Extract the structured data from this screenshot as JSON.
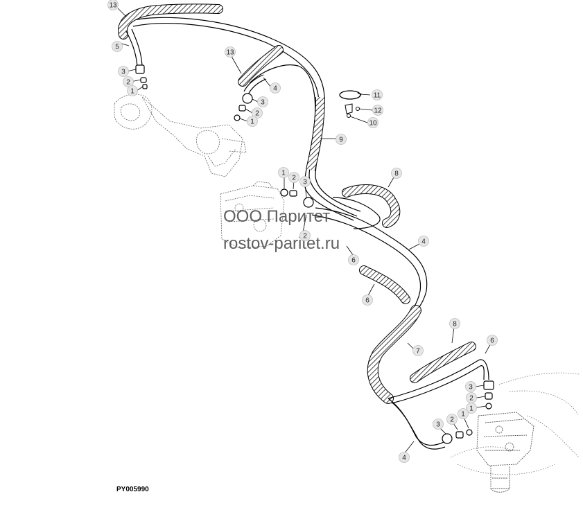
{
  "diagram": {
    "drawing_code": "PY005990",
    "watermark": {
      "line1": "ООО Паритет",
      "line2": "rostov-paritet.ru"
    },
    "callouts": [
      {
        "id": "c1",
        "label": "13"
      },
      {
        "id": "c2",
        "label": "5"
      },
      {
        "id": "c3",
        "label": "3"
      },
      {
        "id": "c4",
        "label": "2"
      },
      {
        "id": "c5",
        "label": "1"
      },
      {
        "id": "c6",
        "label": "13"
      },
      {
        "id": "c7",
        "label": "4"
      },
      {
        "id": "c8",
        "label": "3"
      },
      {
        "id": "c9",
        "label": "2"
      },
      {
        "id": "c10",
        "label": "1"
      },
      {
        "id": "c11",
        "label": "11"
      },
      {
        "id": "c12",
        "label": "12"
      },
      {
        "id": "c13",
        "label": "10"
      },
      {
        "id": "c14",
        "label": "9"
      },
      {
        "id": "c15",
        "label": "1"
      },
      {
        "id": "c16",
        "label": "2"
      },
      {
        "id": "c17",
        "label": "3"
      },
      {
        "id": "c18",
        "label": "8"
      },
      {
        "id": "c19",
        "label": "2"
      },
      {
        "id": "c20",
        "label": "4"
      },
      {
        "id": "c21",
        "label": "6"
      },
      {
        "id": "c22",
        "label": "6"
      },
      {
        "id": "c23",
        "label": "8"
      },
      {
        "id": "c24",
        "label": "6"
      },
      {
        "id": "c25",
        "label": "7"
      },
      {
        "id": "c26",
        "label": "3"
      },
      {
        "id": "c27",
        "label": "2"
      },
      {
        "id": "c28",
        "label": "1"
      },
      {
        "id": "c29",
        "label": "3"
      },
      {
        "id": "c30",
        "label": "2"
      },
      {
        "id": "c31",
        "label": "1"
      },
      {
        "id": "c32",
        "label": "4"
      }
    ]
  }
}
